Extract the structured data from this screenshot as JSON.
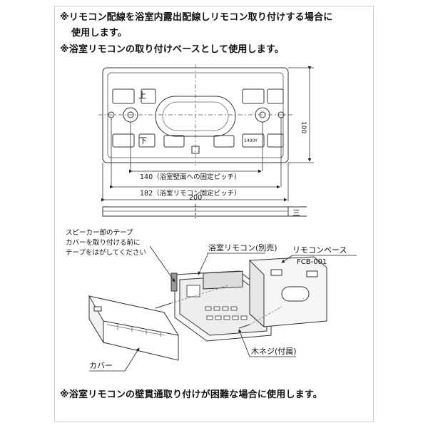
{
  "notes": {
    "line1": "※リモコン配線を浴室内露出配線しリモコン取り付けする場合に",
    "line2": "使用します。",
    "line3": "※浴室リモコンの取り付けベースとして使用します。",
    "footer": "※浴室リモコンの壁貫通取り付けが困難な場合に使用します。"
  },
  "base_plate": {
    "top_label": "上",
    "bottom_label": "下",
    "small_mark": "1400Y",
    "dim_height": "100",
    "dim_140": "140（浴室壁面への固定ピッチ）",
    "dim_182": "182（浴室リモコン固定ピッチ）",
    "dim_200": "200",
    "side_dim": "三"
  },
  "callouts": {
    "speaker_tape": [
      "スピーカー部のテープ",
      "カバーを取り付ける前に",
      "テープをはがしてください"
    ],
    "remote": "浴室リモコン(別売)",
    "base": "リモコンベース",
    "model": "FCB-001",
    "screw": "木ネジ(付属)",
    "cover": "カバー"
  }
}
